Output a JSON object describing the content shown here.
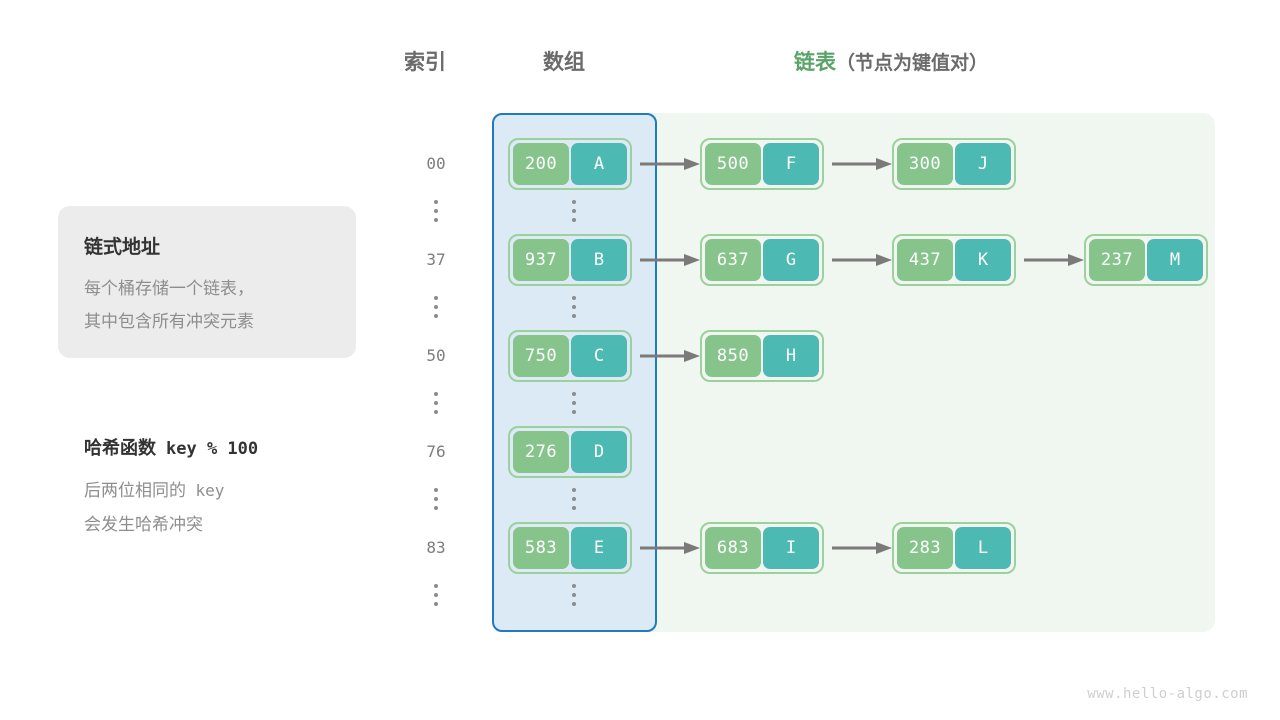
{
  "headers": {
    "index": "索引",
    "array": "数组",
    "list_accent": "链表",
    "list_sub": "（节点为键值对）"
  },
  "colors": {
    "key_box": "#87c48c",
    "value_box": "#4cbab3",
    "node_border": "#9ecf9e",
    "array_panel_bg": "#dceaf6",
    "array_panel_border": "#1f7ac4",
    "list_panel_bg": "#f0f7f0",
    "accent_green": "#5aa469",
    "arrow": "#7a7a7a",
    "muted_text": "#8e8e8e",
    "index_text": "#7d7d7d"
  },
  "info_card": {
    "title": "链式地址",
    "line1": "每个桶存储一个链表，",
    "line2": "其中包含所有冲突元素"
  },
  "hash": {
    "title_label": "哈希函数",
    "title_code": "key % 100",
    "desc1_a": "后两位相同的",
    "desc1_code": "key",
    "desc2": "会发生哈希冲突"
  },
  "watermark": "www.hello-algo.com",
  "buckets": [
    {
      "index": "00",
      "nodes": [
        {
          "key": "200",
          "value": "A"
        },
        {
          "key": "500",
          "value": "F"
        },
        {
          "key": "300",
          "value": "J"
        }
      ]
    },
    {
      "index": "37",
      "nodes": [
        {
          "key": "937",
          "value": "B"
        },
        {
          "key": "637",
          "value": "G"
        },
        {
          "key": "437",
          "value": "K"
        },
        {
          "key": "237",
          "value": "M"
        }
      ]
    },
    {
      "index": "50",
      "nodes": [
        {
          "key": "750",
          "value": "C"
        },
        {
          "key": "850",
          "value": "H"
        }
      ]
    },
    {
      "index": "76",
      "nodes": [
        {
          "key": "276",
          "value": "D"
        }
      ]
    },
    {
      "index": "83",
      "nodes": [
        {
          "key": "583",
          "value": "E"
        },
        {
          "key": "683",
          "value": "I"
        },
        {
          "key": "283",
          "value": "L"
        }
      ]
    }
  ],
  "ellipsis_glyph": "⋮"
}
